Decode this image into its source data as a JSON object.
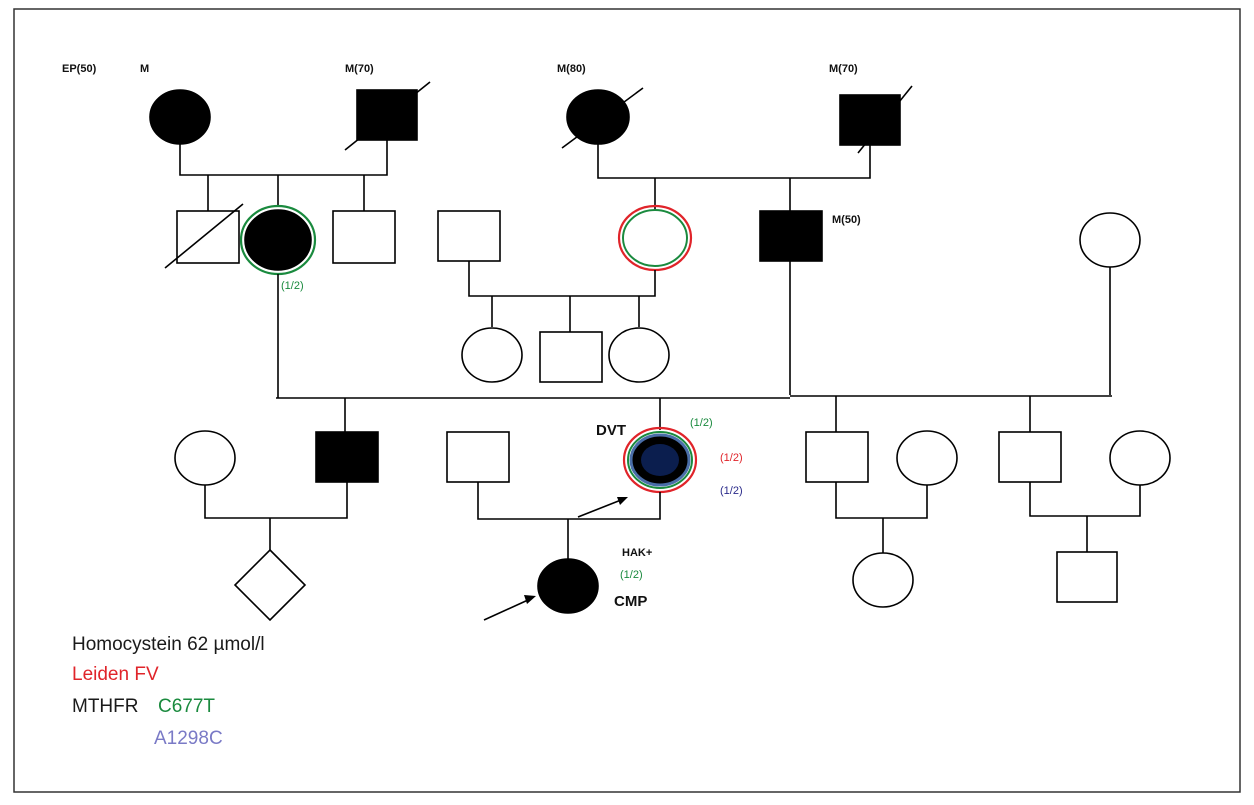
{
  "colors": {
    "affected": "#000000",
    "unaffected": "#ffffff",
    "leiden_fv": "#e0242a",
    "c677t": "#1a8a3e",
    "a1298c": "#7a7ac6",
    "hetero_blue": "#2a2a8a",
    "proband_center": "#0b1e4e"
  },
  "gen1": {
    "ep_label": "EP(50)",
    "m_label": "M",
    "m70_left_label": "M(70)",
    "m80_label": "M(80)",
    "m70_right_label": "M(70)"
  },
  "gen2": {
    "m50_label": "M(50)",
    "het_label": "(1/2)"
  },
  "gen3": {
    "dvt_label": "DVT",
    "het_c677t": "(1/2)",
    "het_leiden": "(1/2)",
    "het_a1298c": "(1/2)"
  },
  "gen4": {
    "hak_label": "HAK+",
    "het_label": "(1/2)",
    "cmp_label": "CMP"
  },
  "legend": {
    "homocystein": "Homocystein 62 µmol/l",
    "leiden": "Leiden FV",
    "mthfr_prefix": "MTHFR",
    "c677t": "C677T",
    "a1298c": "A1298C"
  }
}
